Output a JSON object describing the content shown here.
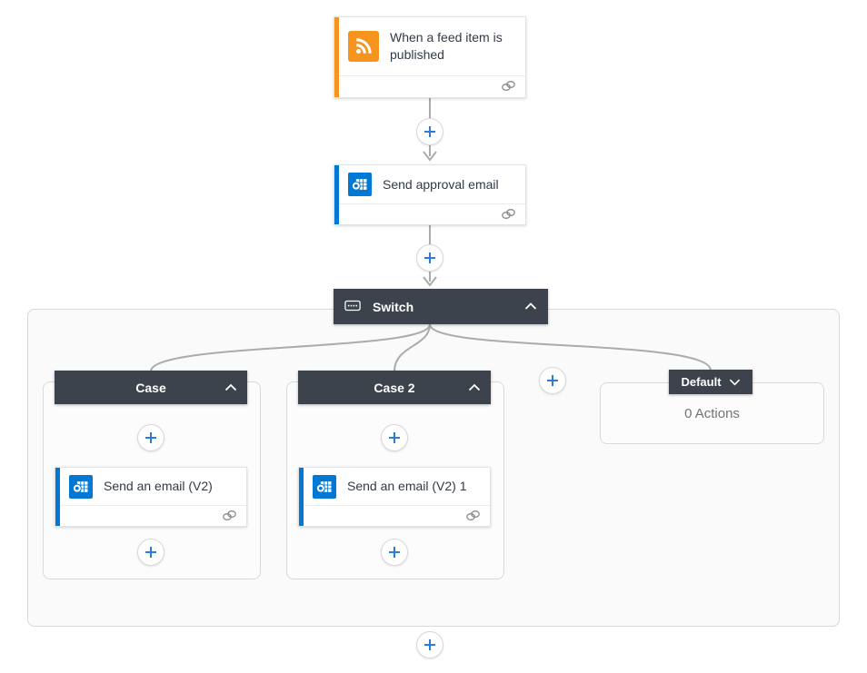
{
  "flow": {
    "trigger": {
      "title": "When a feed item is published",
      "icon": "rss-icon",
      "accent_color": "#F7941E"
    },
    "action": {
      "title": "Send approval email",
      "icon": "outlook-icon",
      "accent_color": "#0078D4"
    },
    "switch": {
      "label": "Switch",
      "icon": "switch-keypad-icon",
      "cases": [
        {
          "label": "Case",
          "action_title": "Send an email (V2)",
          "action_icon": "outlook-icon",
          "accent_color": "#0078D4"
        },
        {
          "label": "Case 2",
          "action_title": "Send an email (V2) 1",
          "action_icon": "outlook-icon",
          "accent_color": "#0078D4"
        }
      ],
      "default": {
        "label": "Default",
        "content": "0 Actions"
      }
    }
  },
  "colors": {
    "scope_header_dark": "#3D434D",
    "connector_gray": "#A9ABAD",
    "plus_blue": "#2B7CD9",
    "scope_background": "#FAFAFA",
    "scope_border": "#D9D9D9",
    "rss_orange": "#F7941E",
    "outlook_blue": "#0078D4"
  }
}
